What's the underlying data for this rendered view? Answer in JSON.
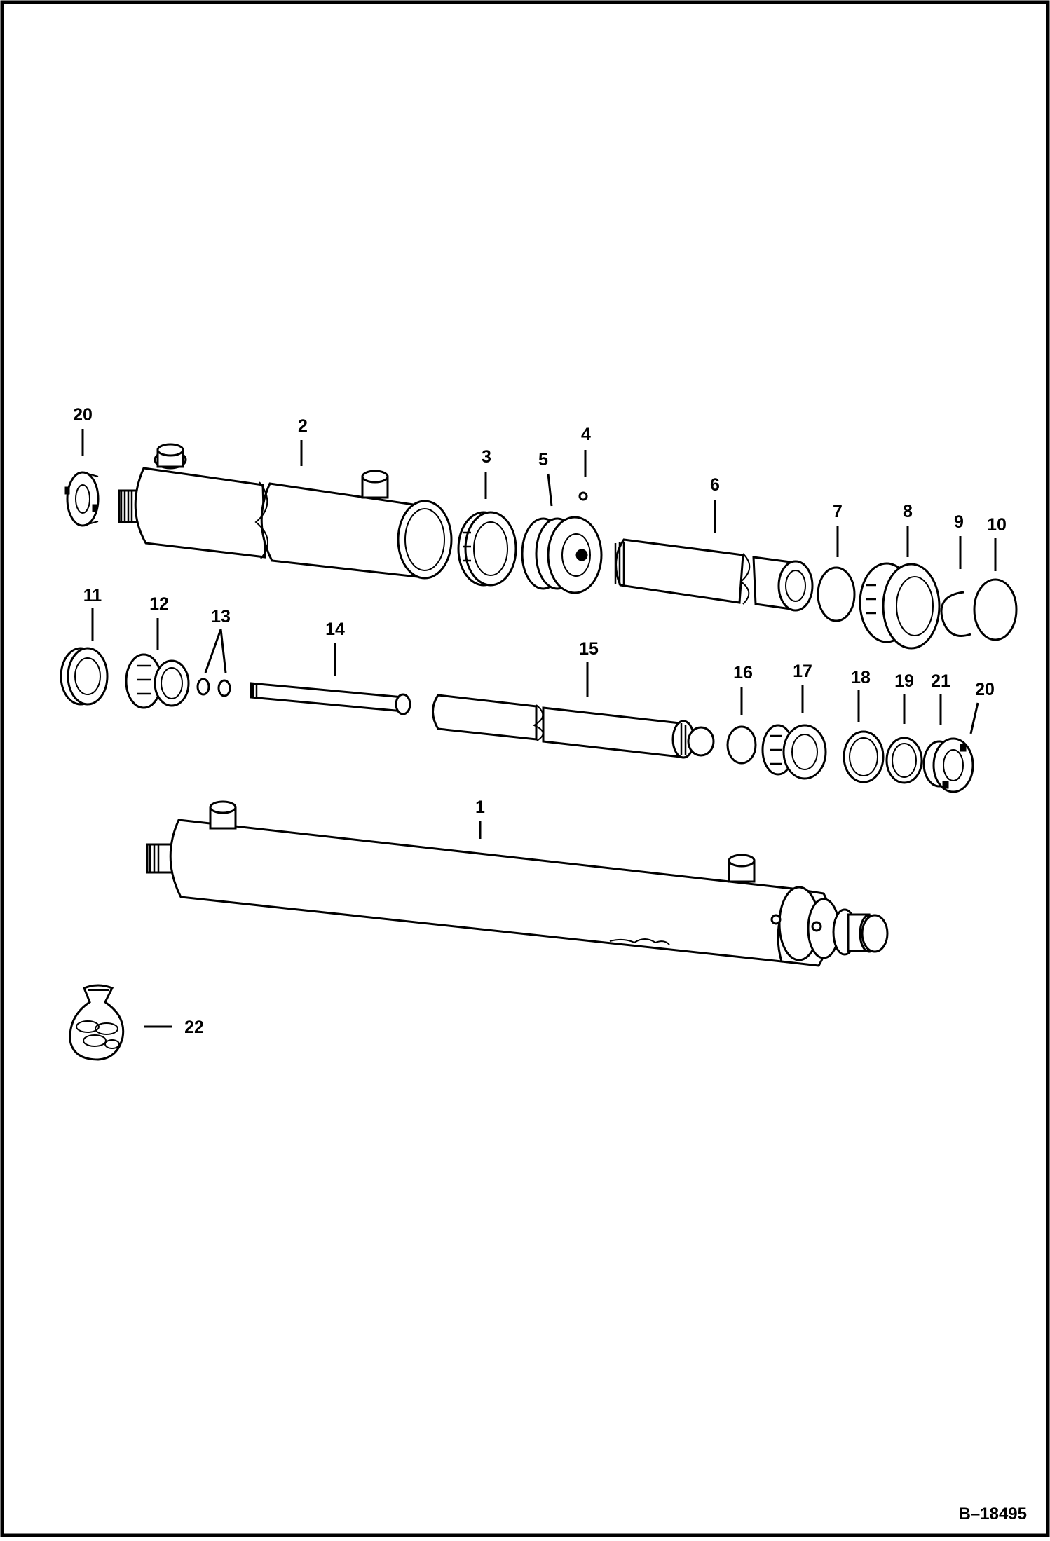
{
  "diagram": {
    "labels": {
      "p1": "1",
      "p2": "2",
      "p3": "3",
      "p4": "4",
      "p5": "5",
      "p6": "6",
      "p7": "7",
      "p8": "8",
      "p9": "9",
      "p10": "10",
      "p11": "11",
      "p12": "12",
      "p13": "13",
      "p14": "14",
      "p15": "15",
      "p16": "16",
      "p17": "17",
      "p18": "18",
      "p19": "19",
      "p20a": "20",
      "p20b": "20",
      "p21": "21",
      "p22": "22"
    },
    "drawing_number": "B–18495"
  },
  "colors": {
    "ink": "#000000",
    "paper": "#ffffff"
  }
}
